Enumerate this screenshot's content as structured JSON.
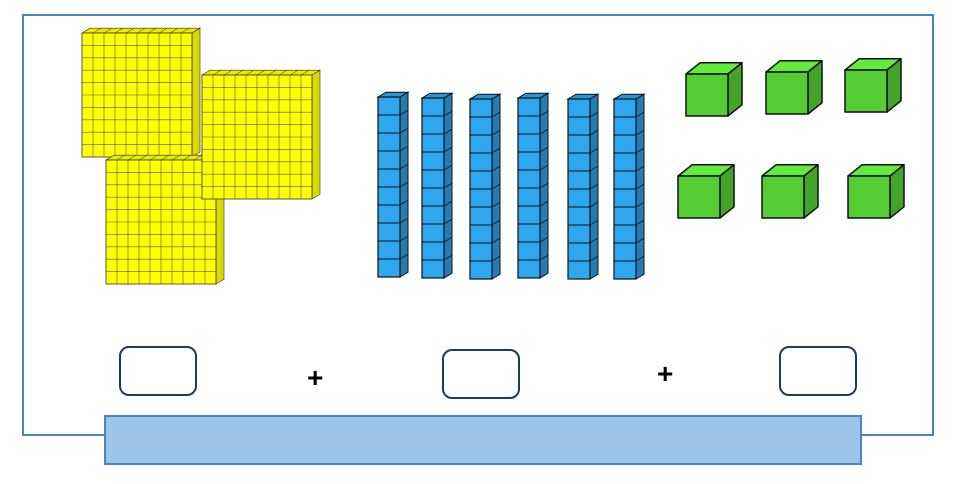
{
  "colors": {
    "frame_border": "#4a86bd",
    "hundreds_flat": "#ffff00",
    "tens_rod": "#2ea7ef",
    "ones_cube": "#55cc33",
    "answer_box_border": "#1f3a5f",
    "answer_bar": "#9dc3e6"
  },
  "base_ten_blocks": {
    "hundreds_flats": 3,
    "tens_rods": 6,
    "ones_cubes": 6,
    "cells_per_flat_side": 10,
    "cubes_per_rod": 10
  },
  "answer_boxes": [
    {
      "value": "",
      "placeholder": ""
    },
    {
      "value": "",
      "placeholder": ""
    },
    {
      "value": "",
      "placeholder": ""
    }
  ],
  "operators": [
    "+",
    "+"
  ]
}
